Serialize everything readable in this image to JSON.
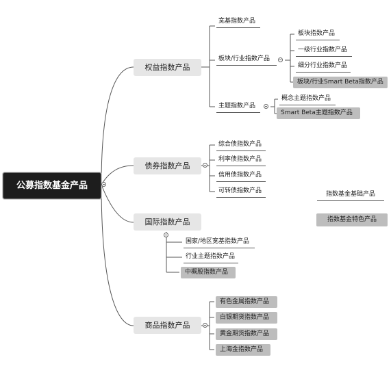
{
  "root": {
    "label": "公募指数基金产品"
  },
  "categories": [
    {
      "label": "权益指数产品",
      "children": [
        {
          "label": "宽基指数产品"
        },
        {
          "label": "板块/行业指数产品",
          "children": [
            {
              "label": "板块指数产品"
            },
            {
              "label": "一级行业指数产品"
            },
            {
              "label": "细分行业指数产品"
            },
            {
              "label": "板块/行业Smart Beta指数产品"
            }
          ]
        },
        {
          "label": "主题指数产品",
          "children": [
            {
              "label": "概念主题指数产品"
            },
            {
              "label": "Smart Beta主题指数产品"
            }
          ]
        }
      ]
    },
    {
      "label": "债券指数产品",
      "children": [
        {
          "label": "综合债指数产品"
        },
        {
          "label": "利率债指数产品"
        },
        {
          "label": "信用债指数产品"
        },
        {
          "label": "可转债指数产品"
        }
      ]
    },
    {
      "label": "国际指数产品",
      "children": [
        {
          "label": "国家/地区宽基指数产品"
        },
        {
          "label": "行业主题指数产品"
        },
        {
          "label": "中概股指数产品"
        }
      ]
    },
    {
      "label": "商品指数产品",
      "children": [
        {
          "label": "有色金属指数产品"
        },
        {
          "label": "白银期货指数产品"
        },
        {
          "label": "黄金期货指数产品"
        },
        {
          "label": "上海金指数产品"
        }
      ]
    }
  ],
  "legend": {
    "basic": "指数基金基础产品",
    "featured": "指数基金特色产品"
  }
}
